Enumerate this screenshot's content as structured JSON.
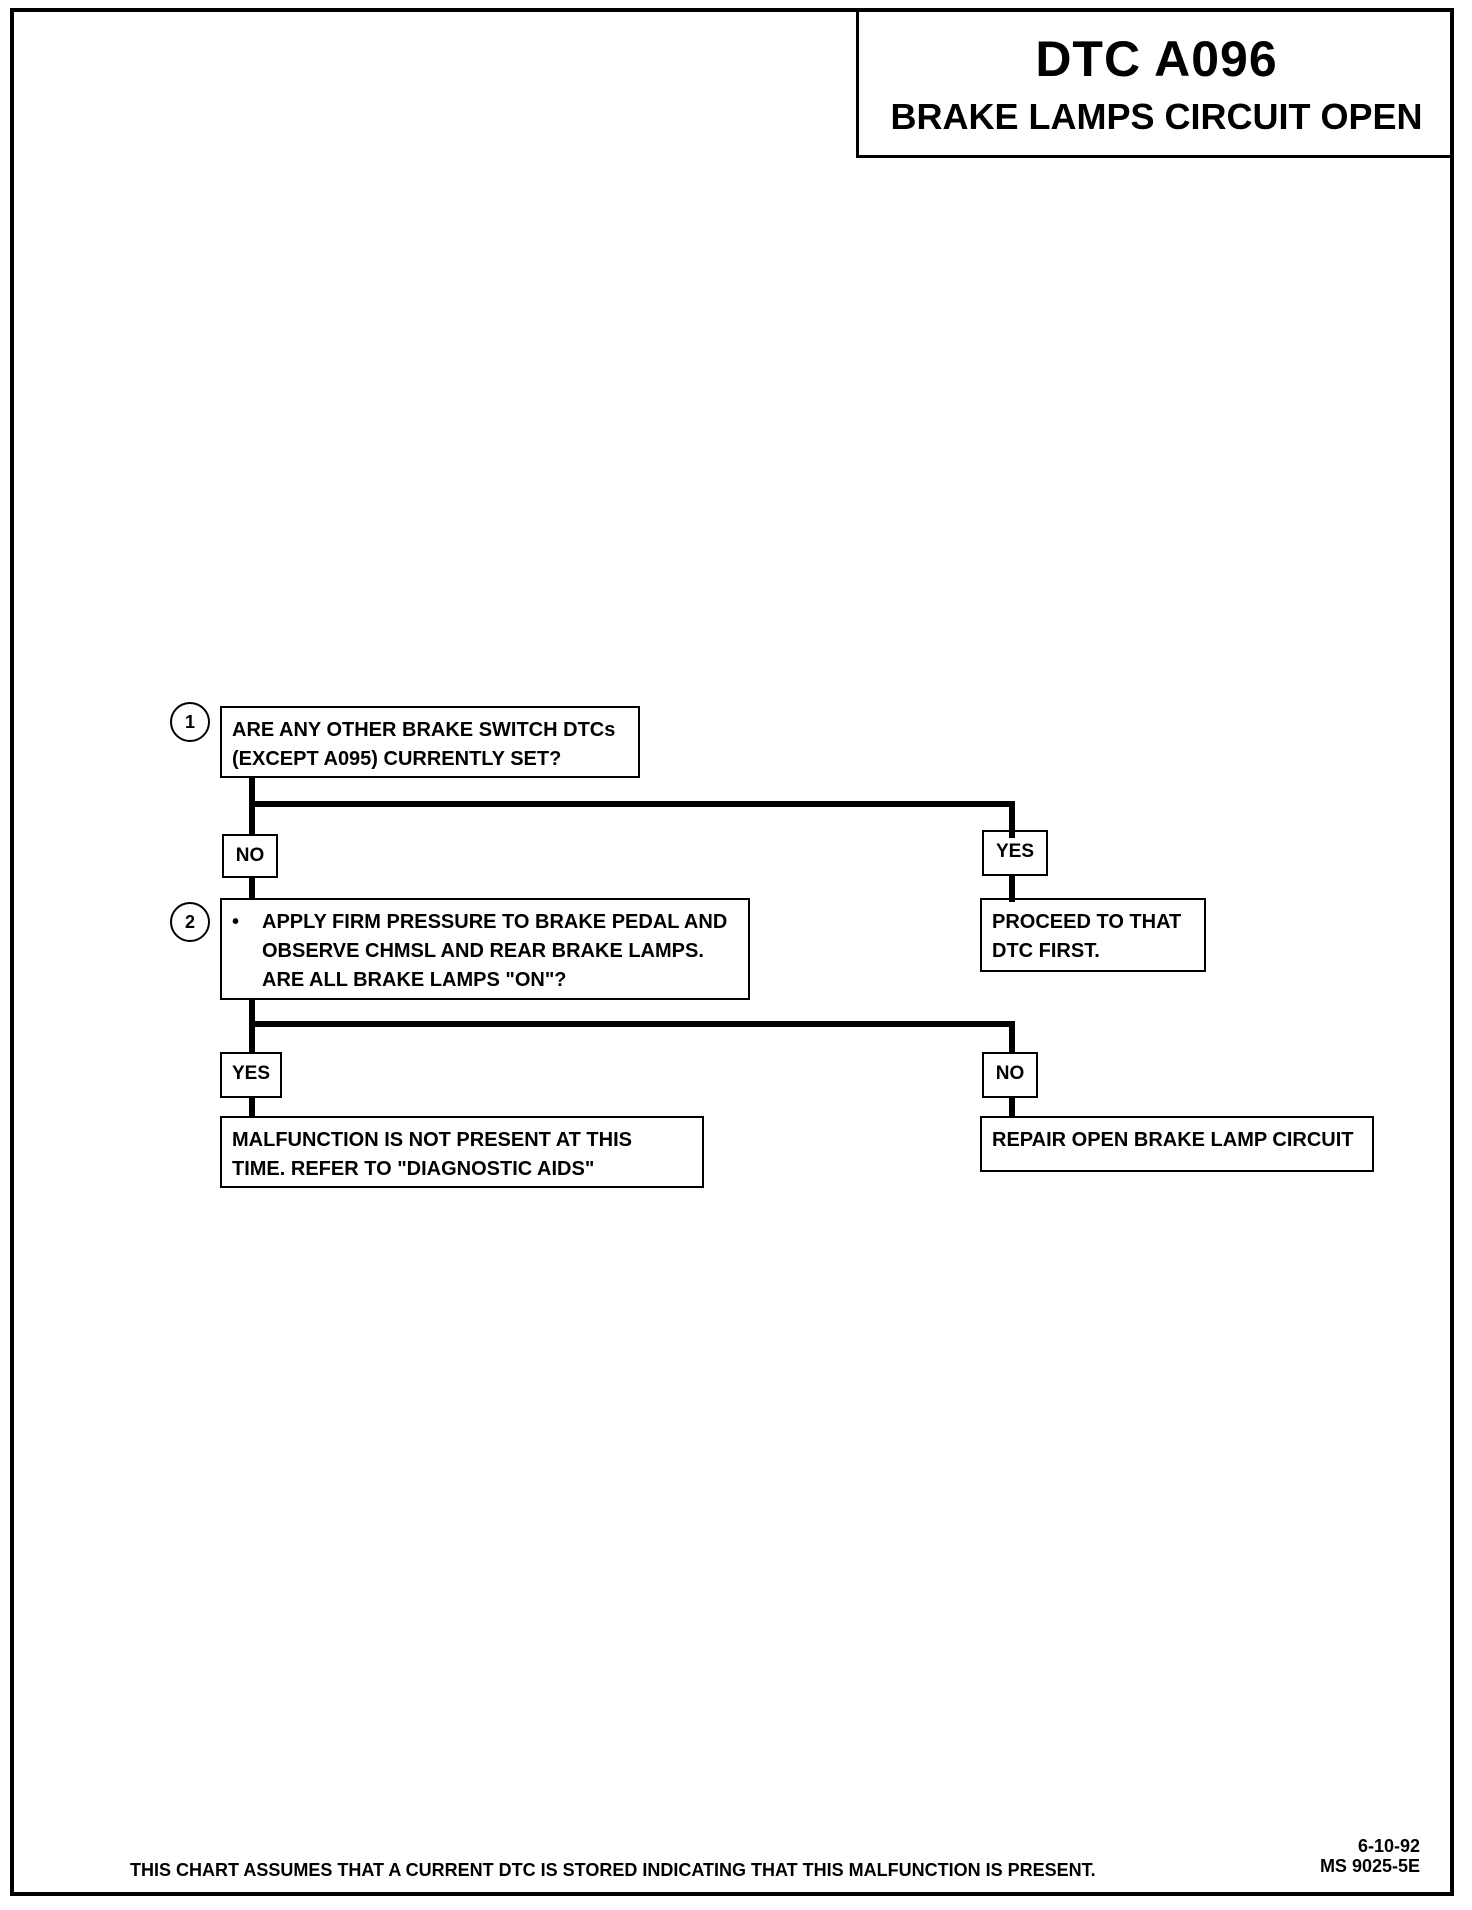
{
  "title": {
    "code": "DTC A096",
    "description": "BRAKE LAMPS CIRCUIT OPEN"
  },
  "steps": [
    {
      "number": "1",
      "lines": [
        "ARE ANY OTHER BRAKE SWITCH DTCs",
        "(EXCEPT A095) CURRENTLY SET?"
      ]
    },
    {
      "number": "2",
      "bullet": "•",
      "lines": [
        "APPLY FIRM PRESSURE TO BRAKE PEDAL AND",
        "OBSERVE CHMSL AND REAR BRAKE LAMPS.",
        "ARE ALL BRAKE LAMPS \"ON\"?"
      ]
    }
  ],
  "branches": {
    "step1_no": "NO",
    "step1_yes": "YES",
    "step2_yes": "YES",
    "step2_no": "NO"
  },
  "results": {
    "proceed": [
      "PROCEED TO THAT",
      "DTC FIRST."
    ],
    "not_present": [
      "MALFUNCTION IS NOT PRESENT AT THIS",
      "TIME.  REFER TO \"DIAGNOSTIC AIDS\""
    ],
    "repair": [
      "REPAIR OPEN BRAKE LAMP CIRCUIT"
    ]
  },
  "footer": {
    "note": "THIS CHART ASSUMES THAT A CURRENT DTC IS STORED INDICATING THAT THIS MALFUNCTION IS PRESENT.",
    "date": "6-10-92",
    "doc_id": "MS 9025-5E"
  }
}
